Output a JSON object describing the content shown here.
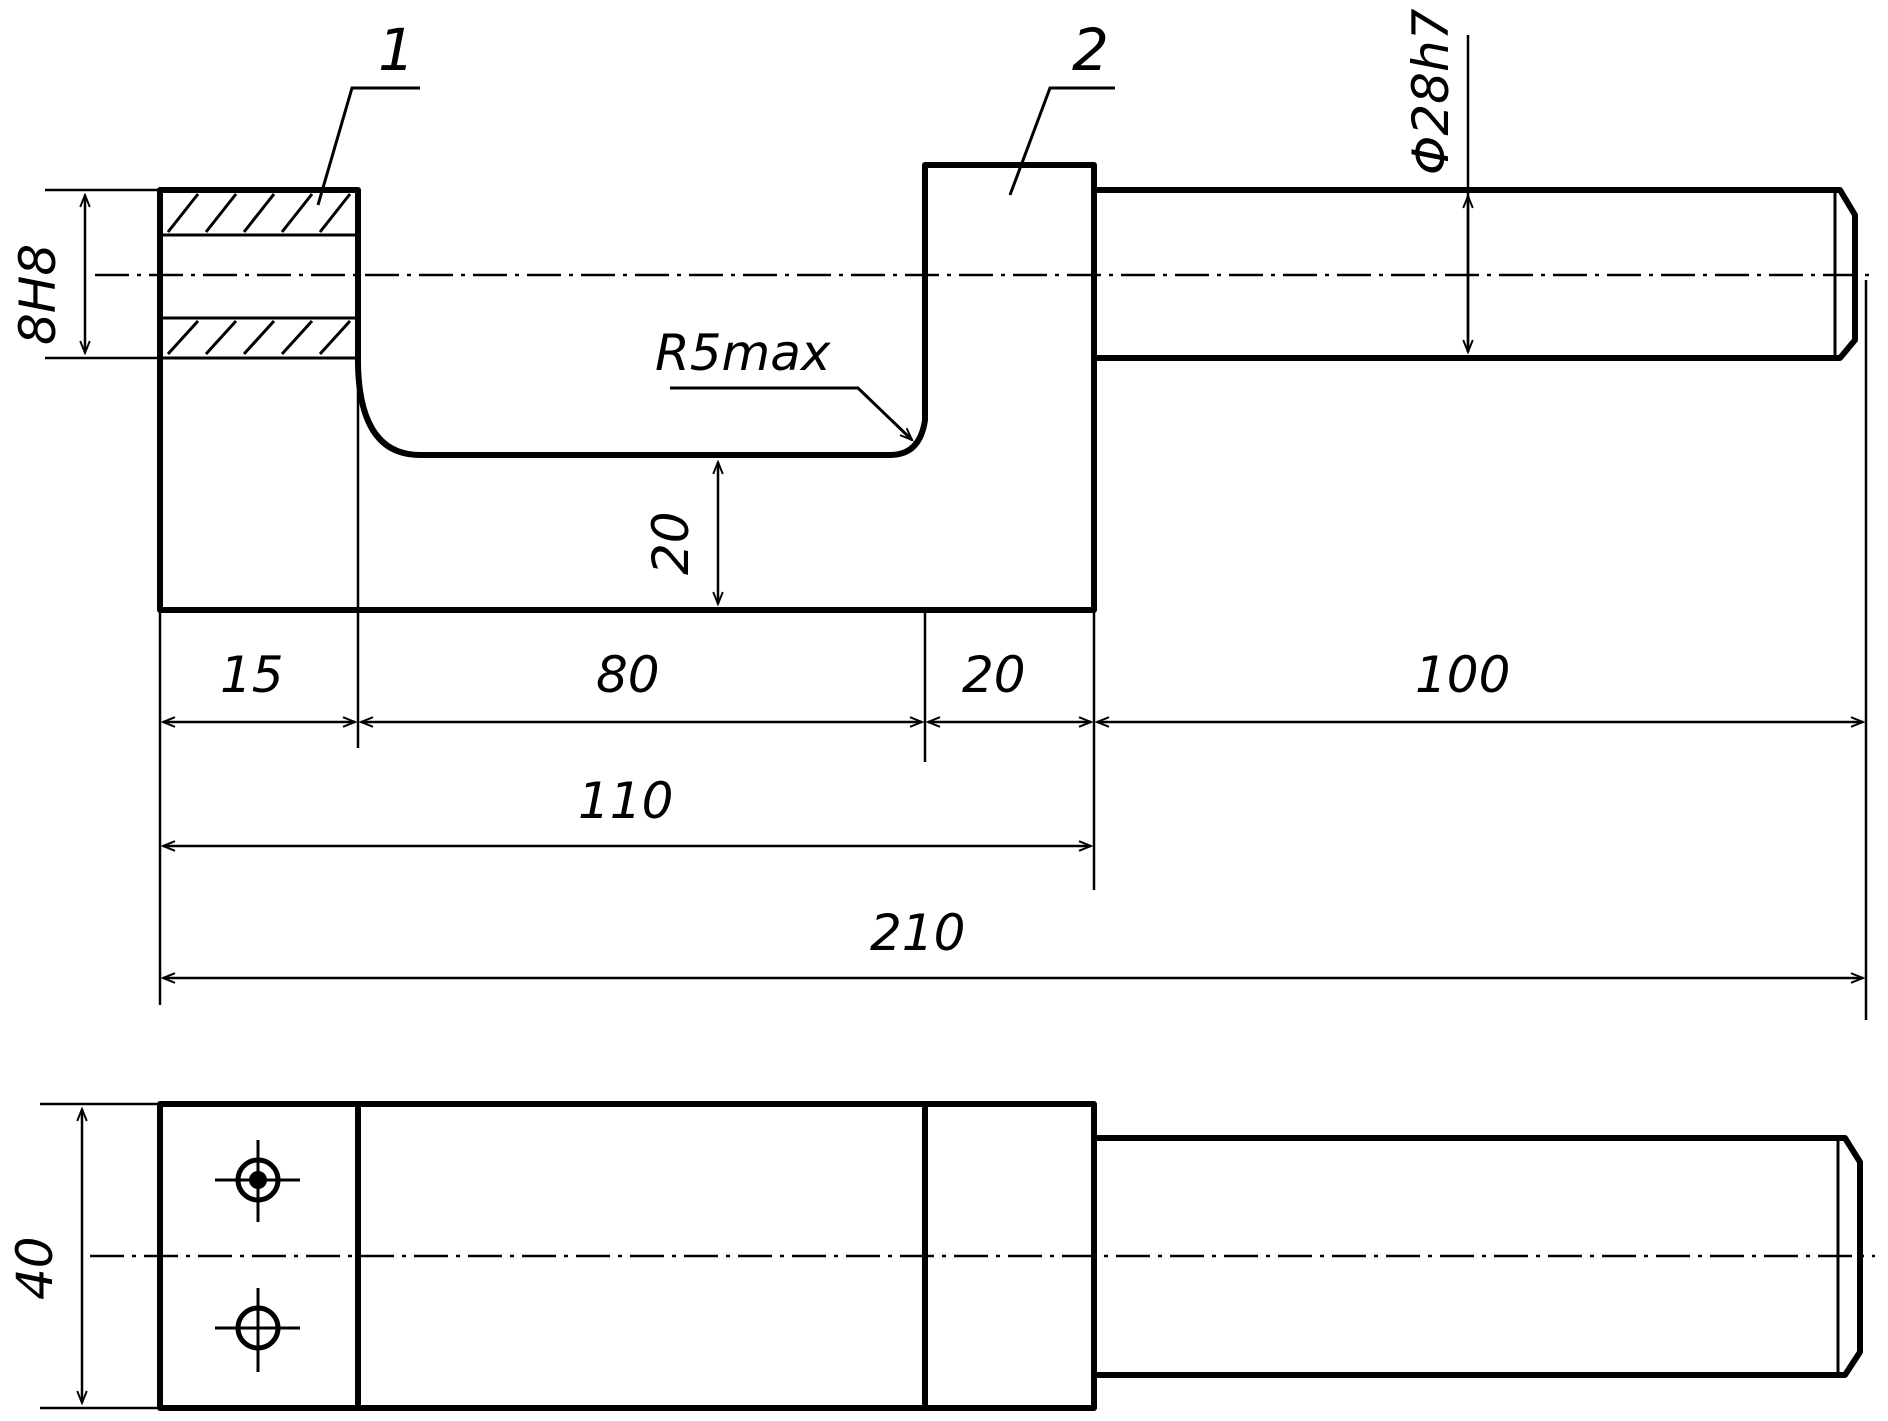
{
  "callouts": {
    "part_1": "1",
    "part_2": "2"
  },
  "dimensions": {
    "bore": "8H8",
    "shaft_diameter": "Φ28h7",
    "fillet": "R5max",
    "slot_depth": "20",
    "seg_15": "15",
    "seg_80": "80",
    "seg_20": "20",
    "seg_100": "100",
    "len_110": "110",
    "len_210": "210",
    "bottom_width": "40"
  },
  "icons": {
    "hole_marker": "crosshair-circle-icon"
  },
  "colors": {
    "ink": "#000000",
    "paper": "#ffffff"
  }
}
